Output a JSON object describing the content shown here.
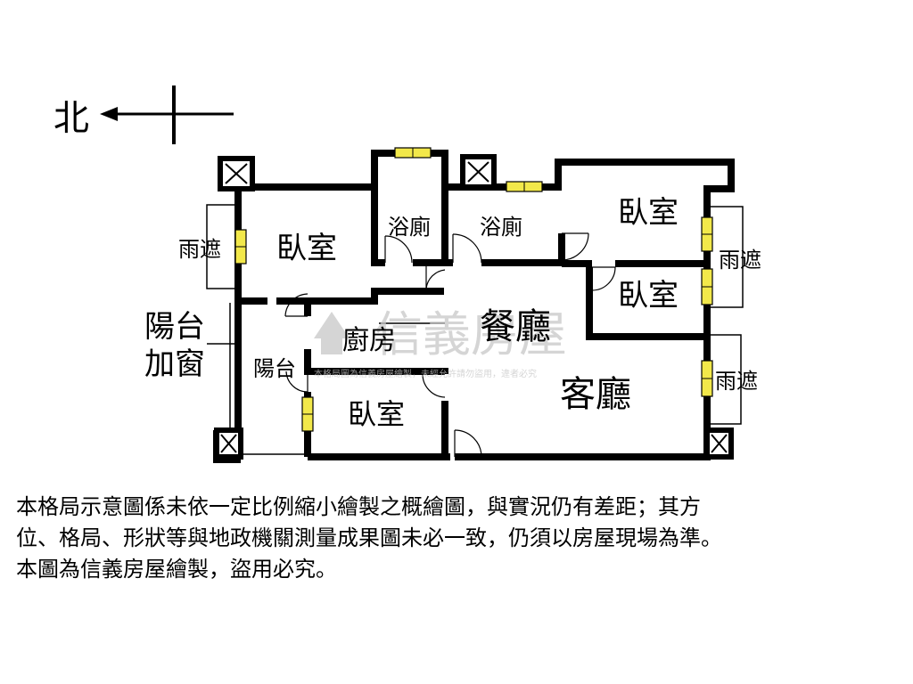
{
  "compass": {
    "label": "北"
  },
  "rooms": {
    "bedroom_nw": "臥室",
    "bath_1": "浴廁",
    "bath_2": "浴廁",
    "bedroom_ne": "臥室",
    "bedroom_e": "臥室",
    "dining": "餐廳",
    "kitchen": "廚房",
    "balcony": "陽台",
    "bedroom_sw": "臥室",
    "living": "客廳"
  },
  "annotations": {
    "rain_shelter_w": "雨遮",
    "rain_shelter_ne": "雨遮",
    "rain_shelter_e": "雨遮",
    "balcony_window_line1": "陽台",
    "balcony_window_line2": "加窗"
  },
  "watermark": {
    "brand": "信義房屋",
    "small_text": "本格局圖為信義房屋繪製，未經允許請勿盜用，違者必究"
  },
  "disclaimer": {
    "line1": "本格局示意圖係未依一定比例縮小繪製之概繪圖，與實況仍有差距；其方",
    "line2": "位、格局、形狀等與地政機關測量成果圖未必一致，仍須以房屋現場為準。",
    "line3": "本圖為信義房屋繪製，盜用必究。"
  }
}
